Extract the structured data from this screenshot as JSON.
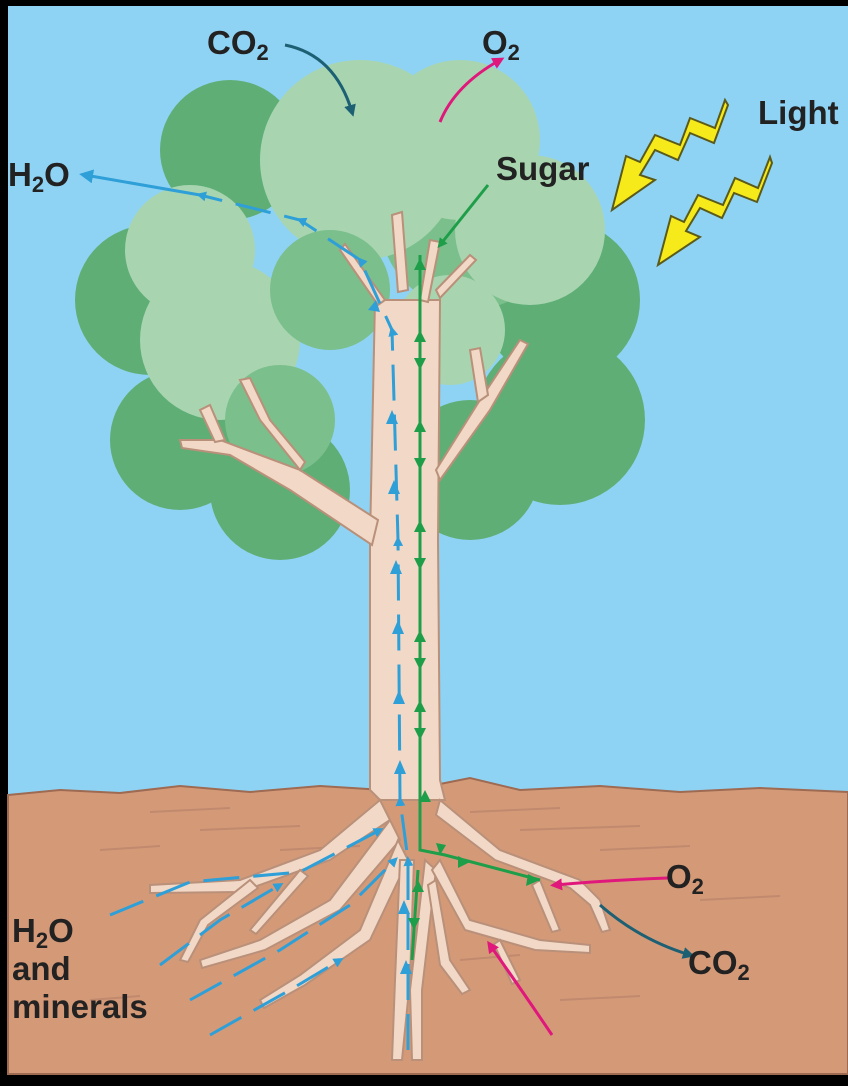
{
  "labels": {
    "co2_top": {
      "base": "CO",
      "sub": "2"
    },
    "o2_top": {
      "base": "O",
      "sub": "2"
    },
    "light": "Light",
    "h2o_left": {
      "base": "H",
      "sub": "2",
      "rest": "O"
    },
    "sugar": "Sugar",
    "o2_root": {
      "base": "O",
      "sub": "2"
    },
    "co2_root": {
      "base": "CO",
      "sub": "2"
    },
    "h2o_minerals": {
      "line1_base": "H",
      "line1_sub": "2",
      "line1_rest": "O",
      "line2": "and",
      "line3": "minerals"
    }
  },
  "colors": {
    "sky": "#8fd3f4",
    "soil": "#d49a78",
    "trunk": "#f2d8c6",
    "foliage_dark": "#5fae76",
    "foliage_light": "#a8d5b0",
    "water_arrow": "#2f9fd8",
    "sugar_arrow": "#1f9e4a",
    "oxygen_arrow": "#e0187c",
    "co2_arrow": "#1d5f73",
    "light_bolt": "#f7ea1a"
  }
}
